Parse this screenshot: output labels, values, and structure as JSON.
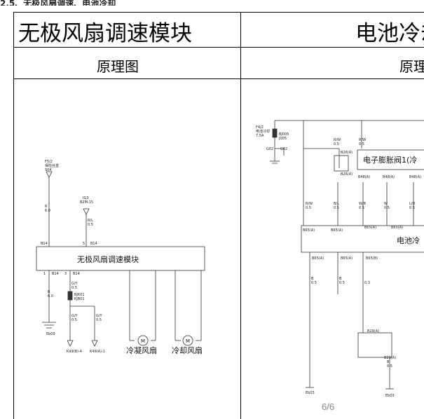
{
  "top_caption": "2.5、无极风扇调速、电池冷却",
  "table": {
    "col1_title": "无极风扇调速模块",
    "col2_title": "电池冷却",
    "col1_sub": "原理图",
    "col2_sub": "原理"
  },
  "left_diagram": {
    "fuse_label": "F5/2",
    "fuse_sub": "保险丝盒",
    "connector_s04": "S04",
    "wire_r": "R",
    "wire_r_size": "6.0",
    "ignition": "IG3",
    "ignition_sub": "B2M-15",
    "wire_rl": "R/L",
    "wire_rl_size": "0.5",
    "pin_5": "5",
    "pin_b14": "B14",
    "module_label": "无极风扇调速模块",
    "left_b14": "B14",
    "pin_1": "1",
    "pin_3": "3",
    "bottom_b14_a": "B14",
    "bottom_b14_b": "B14",
    "wire_gy": "G/Y",
    "wire_gy_size": "0.5",
    "conn_bjk01": "BJK01",
    "conn_kjb01": "KJB01",
    "wire_b": "B",
    "wire_b_size": "6.0",
    "ground_eb09": "Eb09",
    "conn_k49b": "K49(B)-4",
    "conn_k49a": "K49(A)-1",
    "fan_condenser": "冷凝风扇",
    "fan_cooling": "冷却风扇",
    "motor_symbol": "M"
  },
  "right_diagram": {
    "fuse": "F4/2",
    "fuse_sub": "电池冷却",
    "fuse_amp": "7.5A",
    "g02": "G02",
    "g82": "G82",
    "conn_bj005": "BJ005",
    "conn_j005": "J005",
    "wire_rw": "R/W",
    "wire_rw_size": "0.5",
    "b26a": "B26(A)",
    "valve_label": "电子膨胀阀1(冷",
    "b48a": "B48(A)",
    "wire_bl": "B/L",
    "wire_wr": "W/R",
    "wire_w": "W",
    "wire_lo": "L/O",
    "b65a": "B65(A)",
    "battery_label": "电池冷",
    "b65b": "B65(B)",
    "wire_b": "B",
    "wire_size_05": "0.5",
    "wire_size_03": "0.3",
    "b29a": "B29(A)",
    "eb03": "Eb03"
  },
  "page_indicator": "6/6"
}
